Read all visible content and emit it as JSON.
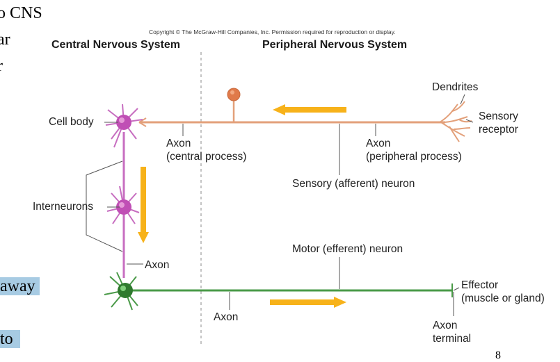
{
  "slide_fragments": {
    "line1": "o CNS",
    "line2": "ar",
    "line3": "r",
    "line4": "away",
    "line5": "to"
  },
  "copyright": "Copyright © The McGraw-Hill Companies, Inc. Permission required for reproduction or display.",
  "headers": {
    "cns": "Central Nervous System",
    "pns": "Peripheral Nervous System"
  },
  "labels": {
    "dendrites": "Dendrites",
    "sensory_receptor_1": "Sensory",
    "sensory_receptor_2": "receptor",
    "cell_body": "Cell body",
    "axon_central_1": "Axon",
    "axon_central_2": "(central process)",
    "axon_peripheral_1": "Axon",
    "axon_peripheral_2": "(peripheral process)",
    "sensory_neuron": "Sensory (afferent) neuron",
    "interneurons": "Interneurons",
    "axon_inter": "Axon",
    "motor_neuron": "Motor (efferent) neuron",
    "effector_1": "Effector",
    "effector_2": "(muscle or gland)",
    "axon_motor": "Axon",
    "axon_terminal_1": "Axon",
    "axon_terminal_2": "terminal"
  },
  "page_number": "8",
  "colors": {
    "sensory": "#e3a07a",
    "interneuron": "#c76ec0",
    "motor": "#4a9a48",
    "arrow": "#f7b21a",
    "highlight": "#a7cbe3"
  }
}
